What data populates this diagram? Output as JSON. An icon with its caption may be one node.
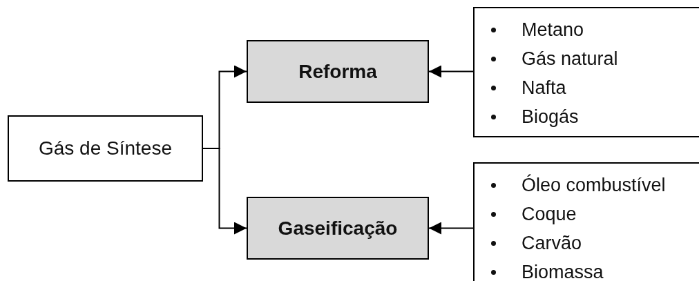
{
  "diagram": {
    "nodes": [
      {
        "text": [
          "Gás de Síntese"
        ]
      },
      {
        "text": [
          "Reforma"
        ]
      },
      {
        "text": [
          "Metano",
          "Gás natural",
          "Nafta",
          "Biogás"
        ]
      },
      {
        "text": [
          "Gaseificação"
        ]
      },
      {
        "text": [
          "Óleo combustível",
          "Coque",
          "Carvão",
          "Biomassa"
        ]
      }
    ],
    "edges": [
      {
        "from": 0,
        "to": 1,
        "arrow": "to"
      },
      {
        "from": 0,
        "to": 3,
        "arrow": "to"
      },
      {
        "from": 2,
        "to": 1,
        "arrow": "to"
      },
      {
        "from": 4,
        "to": 3,
        "arrow": "to"
      }
    ]
  }
}
